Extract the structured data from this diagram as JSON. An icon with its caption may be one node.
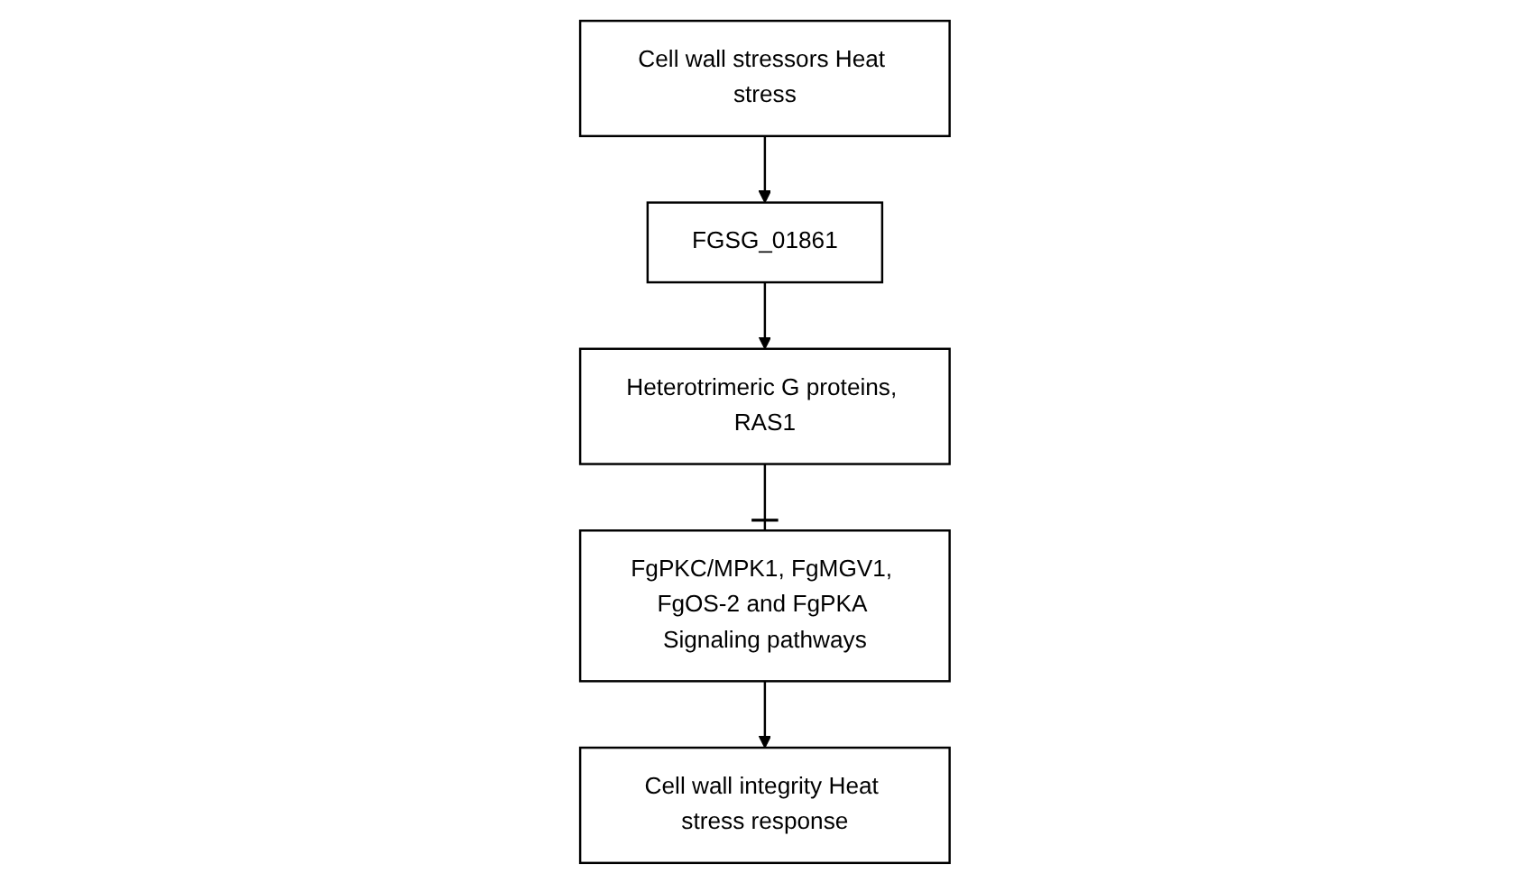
{
  "diagram": {
    "nodes": [
      {
        "text": [
          "Cell wall stressors Heat stress"
        ]
      },
      {
        "text": [
          "FGSG_01861"
        ]
      },
      {
        "text": [
          "Heterotrimeric G proteins, RAS1"
        ]
      },
      {
        "text": [
          "FgPKC/MPK1, FgMGV1, FgOS-2 and FgPKA Signaling pathways"
        ]
      },
      {
        "text": [
          "Cell wall integrity Heat stress response"
        ]
      }
    ],
    "edges": [
      {
        "from": 0,
        "to": 1,
        "arrow": "to"
      },
      {
        "from": 1,
        "to": 2,
        "arrow": "to"
      },
      {
        "from": 2,
        "to": 3,
        "arrow": "other"
      },
      {
        "from": 3,
        "to": 4,
        "arrow": "to"
      }
    ]
  }
}
